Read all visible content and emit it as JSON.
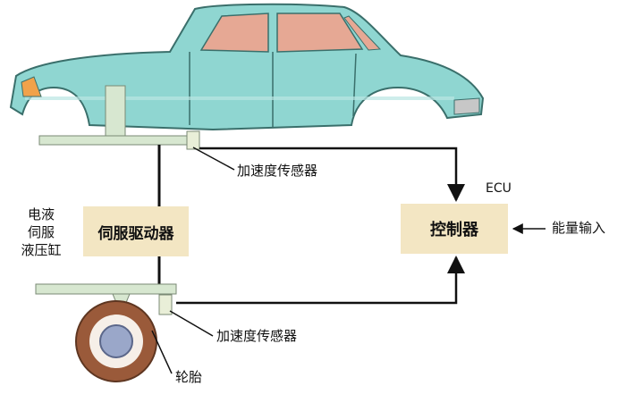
{
  "labels": {
    "accel_sensor_top": "加速度传感器",
    "accel_sensor_bottom": "加速度传感器",
    "ecu": "ECU",
    "controller": "控制器",
    "energy_input": "能量输入",
    "servo_driver": "伺服驱动器",
    "hydraulic_cylinder_line1": "电液",
    "hydraulic_cylinder_line2": "伺服",
    "hydraulic_cylinder_line3": "液压缸",
    "tire": "轮胎"
  },
  "colors": {
    "car_body": "#8fd6d1",
    "car_outline": "#3a6f6b",
    "window_glass": "#e6a894",
    "headlight": "#f1a24a",
    "platform": "#d7e7d0",
    "box_fill": "#f3e6c3",
    "line": "#111111",
    "tire": "#9a5a3a",
    "hub": "#9aa7c9"
  }
}
